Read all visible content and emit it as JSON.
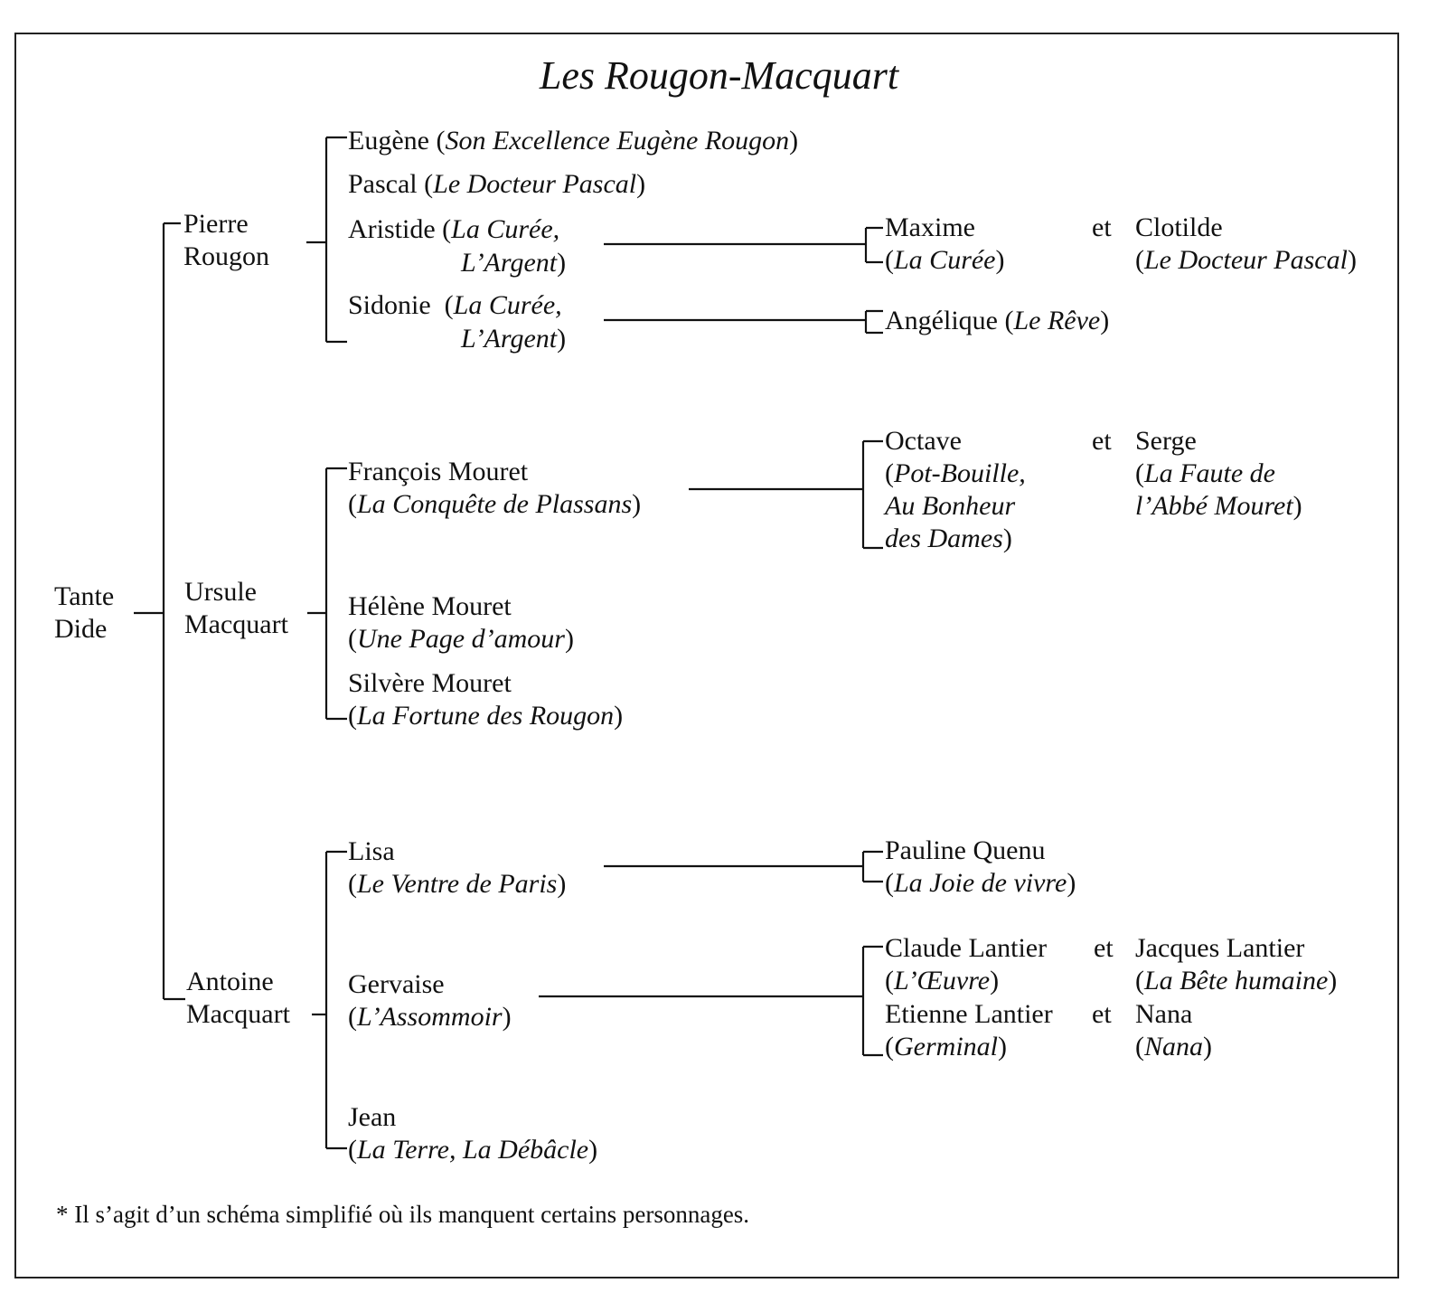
{
  "title": "Les Rougon-Macquart",
  "footnote": "* Il s’agit d’un schéma simplifié où ils manquent certains personnages.",
  "root": {
    "line1": "Tante",
    "line2": "Dide"
  },
  "gen1": [
    {
      "line1": "Pierre",
      "line2": "Rougon"
    },
    {
      "line1": "Ursule",
      "line2": "Macquart"
    },
    {
      "line1": "Antoine",
      "line2": "Macquart"
    }
  ],
  "gen2": {
    "eugene": {
      "name": "Eugène",
      "works": "Son Excellence Eugène Rougon"
    },
    "pascal": {
      "name": "Pascal",
      "works": "Le Docteur Pascal"
    },
    "aristide": {
      "name": "Aristide",
      "works_l1": "La Curée,",
      "works_l2": "L’Argent"
    },
    "sidonie": {
      "name": "Sidonie",
      "works_l1": "La Curée,",
      "works_l2": "L’Argent"
    },
    "francois": {
      "name": "François Mouret",
      "works": "La Conquête de Plassans"
    },
    "helene": {
      "name": "Hélène Mouret",
      "works": "Une Page d’amour"
    },
    "silvere": {
      "name": "Silvère Mouret",
      "works": "La Fortune des Rougon"
    },
    "lisa": {
      "name": "Lisa",
      "works": "Le Ventre de Paris"
    },
    "gervaise": {
      "name": "Gervaise",
      "works": "L’Assommoir"
    },
    "jean": {
      "name": "Jean",
      "works": "La Terre, La Débâcle"
    }
  },
  "conj": "et",
  "gen3": {
    "maxime": {
      "name": "Maxime",
      "works": "La Curée"
    },
    "clotilde": {
      "name": "Clotilde",
      "works": "Le Docteur Pascal"
    },
    "angelique": {
      "name": "Angélique",
      "works": "Le Rêve"
    },
    "octave": {
      "name": "Octave",
      "works_l1": "Pot-Bouille,",
      "works_l2": "Au Bonheur",
      "works_l3": "des Dames"
    },
    "serge": {
      "name": "Serge",
      "works_l1": "La Faute de",
      "works_l2": "l’Abbé Mouret"
    },
    "pauline": {
      "name": "Pauline Quenu",
      "works": "La Joie de vivre"
    },
    "claude": {
      "name": "Claude Lantier",
      "works": "L’Œuvre"
    },
    "jacques": {
      "name": "Jacques Lantier",
      "works": "La Bête humaine"
    },
    "etienne": {
      "name": "Etienne Lantier",
      "works": "Germinal"
    },
    "nana": {
      "name": "Nana",
      "works": "Nana"
    }
  }
}
